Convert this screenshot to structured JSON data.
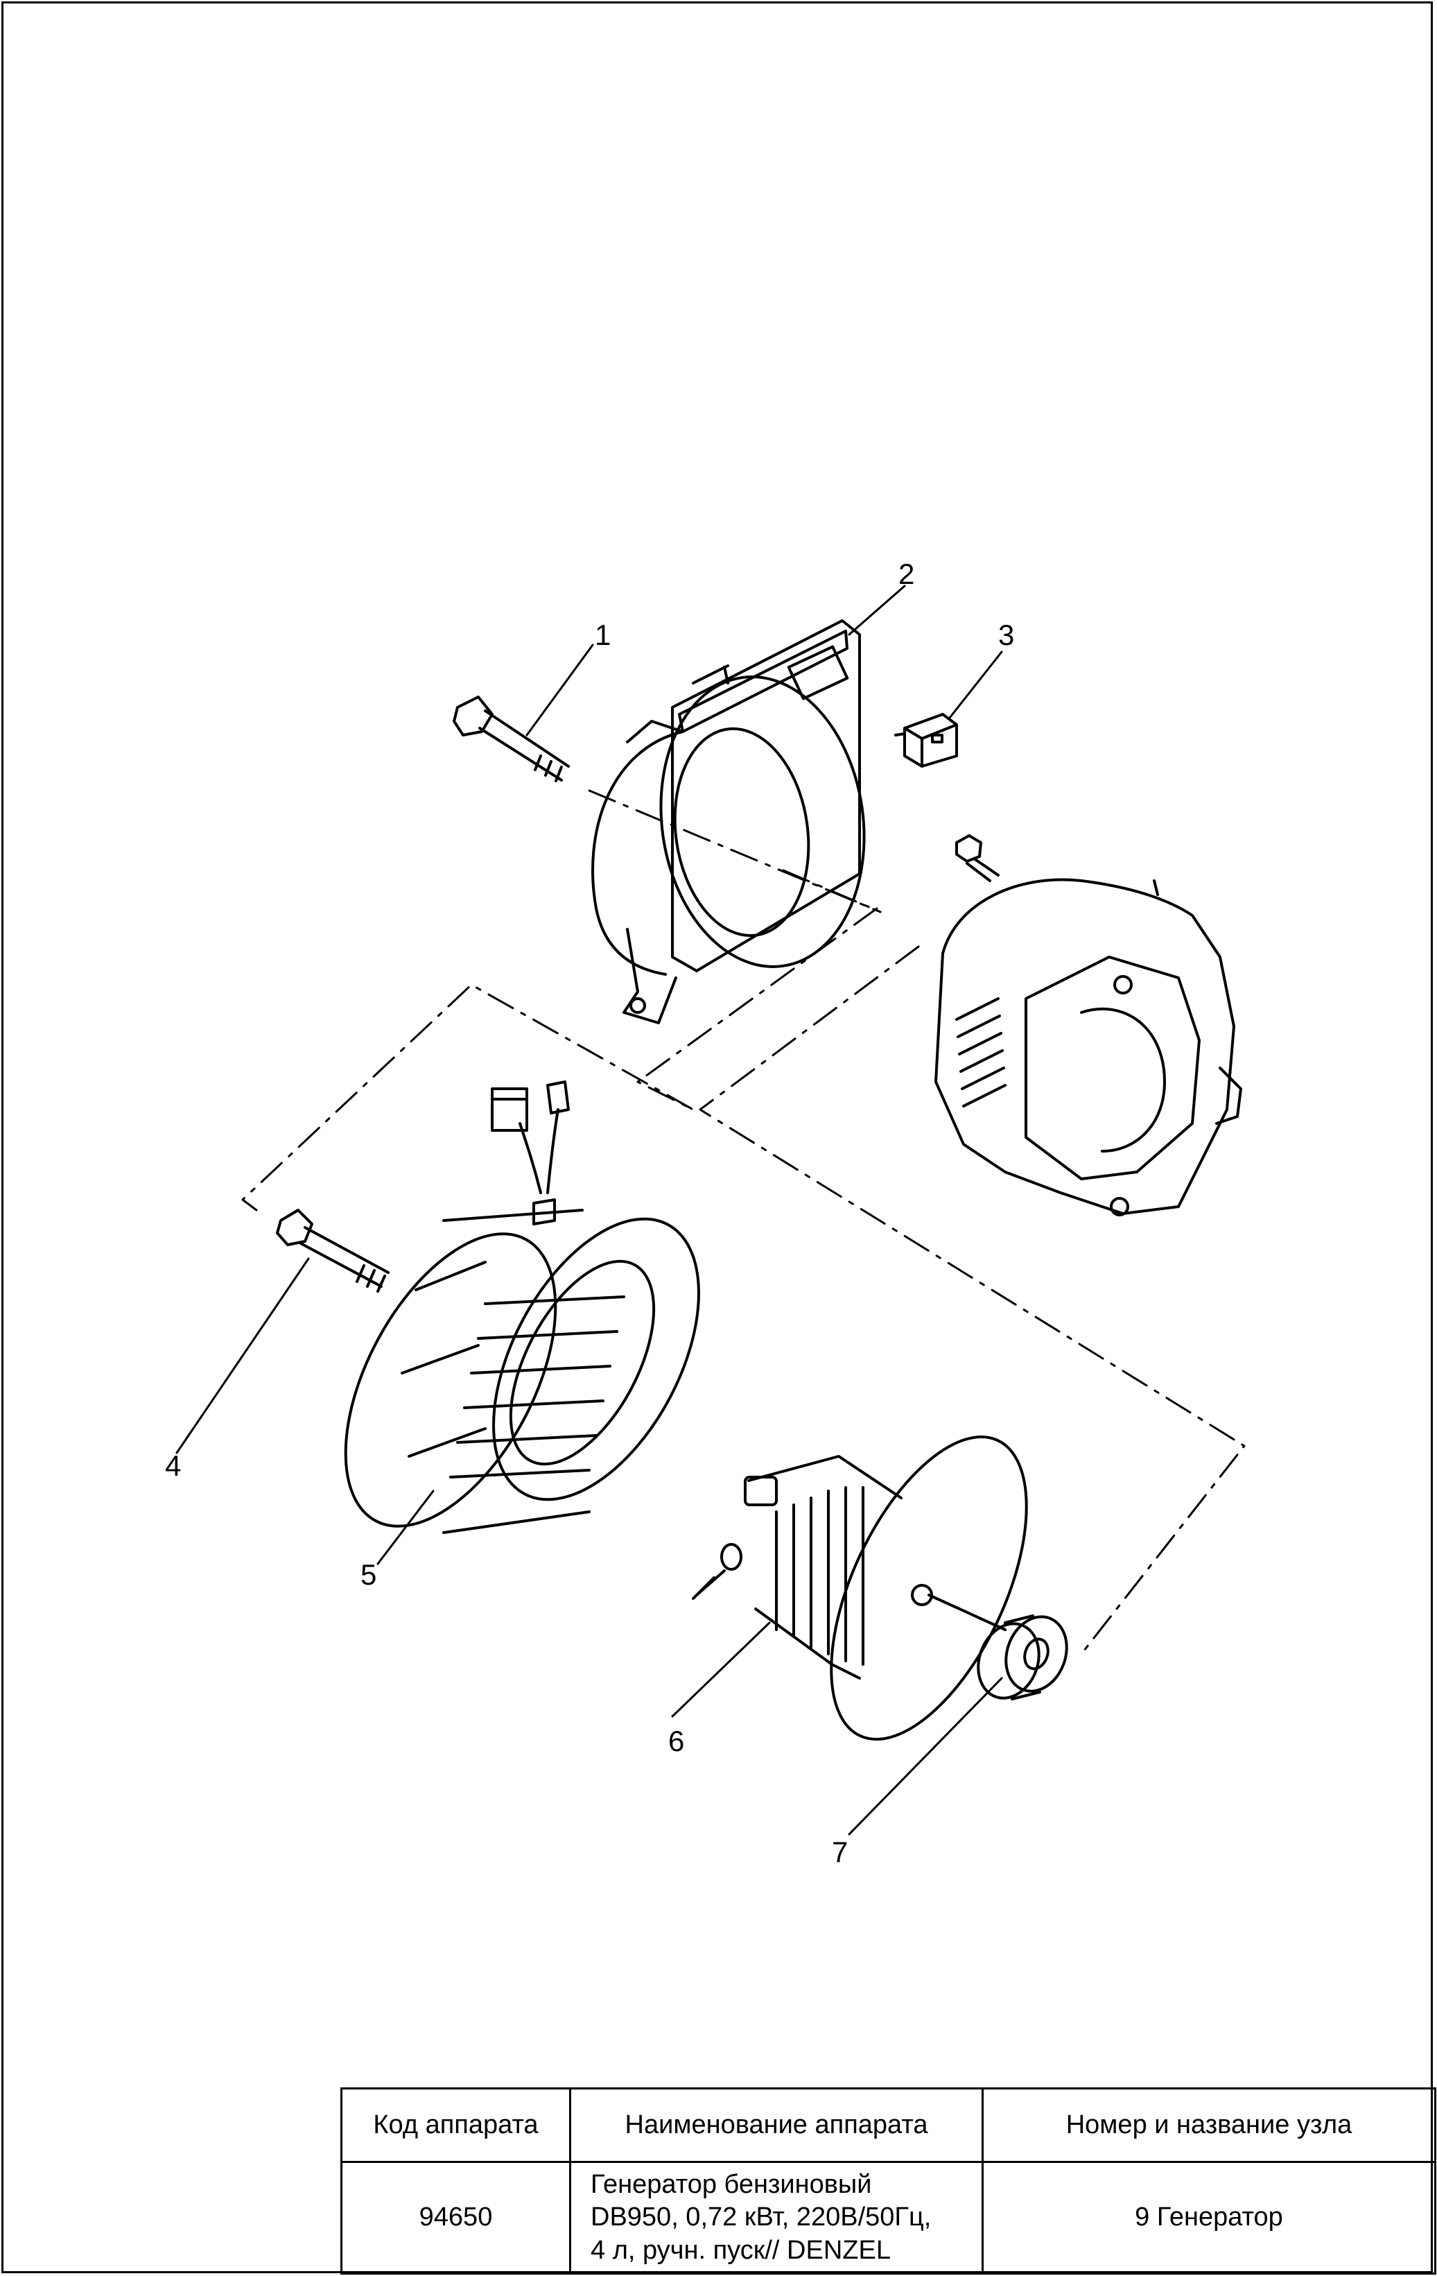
{
  "callouts": {
    "part_1": "1",
    "part_2": "2",
    "part_3": "3",
    "part_4": "4",
    "part_5": "5",
    "part_6": "6",
    "part_7": "7"
  },
  "title_block": {
    "col_code_header": "Код аппарата",
    "col_name_header": "Наименование аппарата",
    "col_node_header": "Номер и название узла",
    "code": "94650",
    "name_line_1": "Генератор бензиновый",
    "name_line_2": "DB950, 0,72 кВт, 220В/50Гц,",
    "name_line_3": "4 л, ручн. пуск// DENZEL",
    "node": "9 Генератор"
  }
}
